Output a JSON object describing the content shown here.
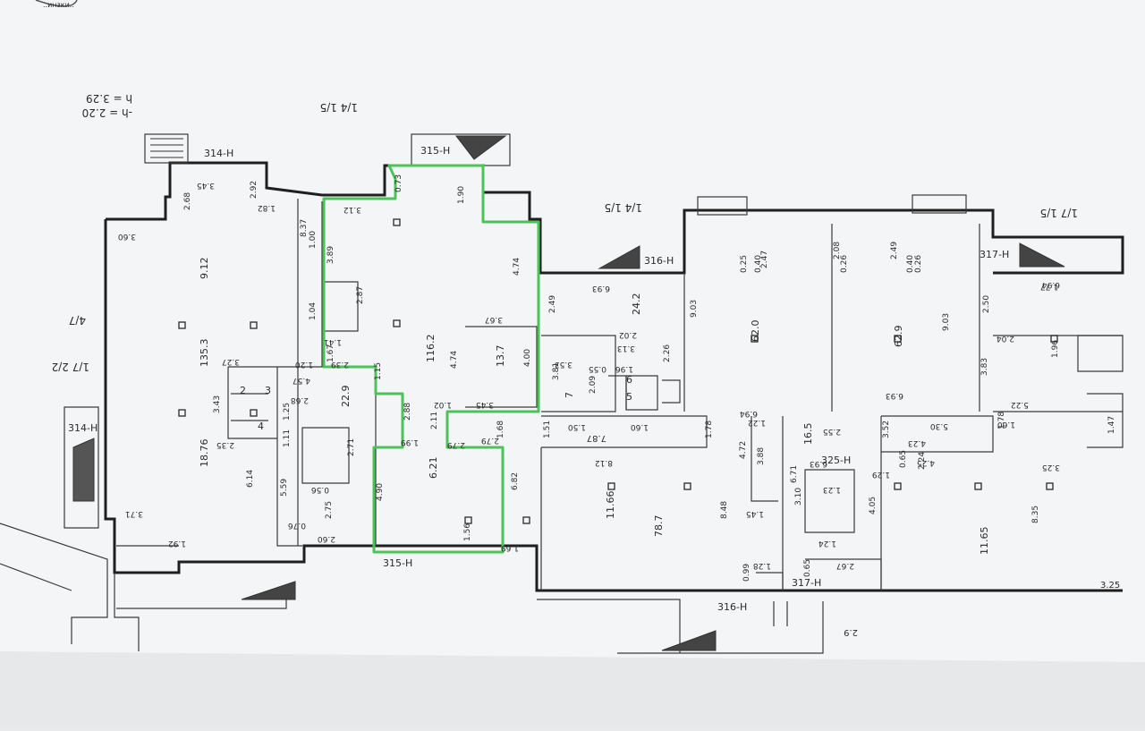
{
  "colors": {
    "paper": "#f3f4f5",
    "ink": "#1f1f1f",
    "highlight": "#4cc35a"
  },
  "header": {
    "line1": "-h = 2.20",
    "line2": "h = 3.29"
  },
  "stamp": {
    "text": "..инзки.."
  },
  "stair_labels": {
    "s314_top": "314-Н",
    "s315_top": "315-Н",
    "s316": "316-Н",
    "s317": "317-Н",
    "s314_left": "314-Н",
    "s315_bottom": "315-Н",
    "s325": "325-Н",
    "s317_bottom": "317-Н",
    "s316_bottom": "316-Н"
  },
  "section_marks": {
    "m1": "1/4 1/5",
    "m2": "1/4 1/5",
    "m3": "1/7 1/5",
    "m4": "1/7 2/2",
    "m5": "4/7"
  },
  "rooms": [
    {
      "id": "r912",
      "text": "9.12"
    },
    {
      "id": "r1353",
      "text": "135.3"
    },
    {
      "id": "r1876",
      "text": "18.76"
    },
    {
      "id": "r1162",
      "text": "116.2"
    },
    {
      "id": "r137",
      "text": "13.7"
    },
    {
      "id": "r621",
      "text": "6.21"
    },
    {
      "id": "r229",
      "text": "22.9"
    },
    {
      "id": "r242",
      "text": "24.2"
    },
    {
      "id": "r620",
      "text": "62.0"
    },
    {
      "id": "r629",
      "text": "62.9"
    },
    {
      "id": "r1166",
      "text": "11.66"
    },
    {
      "id": "r787",
      "text": "78.7"
    },
    {
      "id": "r1165",
      "text": "11.65"
    },
    {
      "id": "r165",
      "text": "16.5"
    },
    {
      "id": "r2a",
      "text": "2"
    },
    {
      "id": "r3a",
      "text": "3"
    },
    {
      "id": "r4a",
      "text": "4"
    },
    {
      "id": "r5a",
      "text": "5"
    },
    {
      "id": "r6a",
      "text": "6"
    },
    {
      "id": "r7a",
      "text": "7"
    }
  ],
  "dimensions": [
    "3.45",
    "2.92",
    "1.82",
    "2.68",
    "3.60",
    "3.12",
    "0.73",
    "1.90",
    "8.37",
    "1.00",
    "3.89",
    "1.04",
    "2.87",
    "1.41",
    "1.67",
    "1.20",
    "2.39",
    "4.57",
    "1.15",
    "2.68",
    "3.27",
    "3.43",
    "1.25",
    "2.35",
    "1.11",
    "5.59",
    "2.71",
    "0.56",
    "2.75",
    "0.76",
    "2.60",
    "1.92",
    "3.71",
    "6.14",
    "4.74",
    "3.67",
    "4.74",
    "4.00",
    "1.02",
    "3.45",
    "2.11",
    "2.79",
    "1.68",
    "2.79",
    "6.82",
    "1.99",
    "2.88",
    "4.90",
    "1.56",
    "1.69",
    "2.49",
    "2.02",
    "3.13",
    "2.26",
    "3.53",
    "1.96",
    "0.55",
    "2.09",
    "3.81",
    "1.50",
    "1.60",
    "1.51",
    "1.78",
    "8.12",
    "8.48",
    "6.93",
    "9.03",
    "2.47",
    "0.25",
    "0.40",
    "2.08",
    "0.26",
    "2.49",
    "0.40",
    "0.26",
    "9.03",
    "6.93",
    "2.50",
    "2.04",
    "3.83",
    "5.22",
    "6.94",
    "1.96",
    "1.22",
    "2.55",
    "1.60",
    "5.30",
    "4.23",
    "4.72",
    "3.88",
    "6.71",
    "3.10",
    "4.05",
    "1.23",
    "1.24",
    "2.67",
    "1.45",
    "1.28",
    "0.99",
    "1.29",
    "0.65",
    "4.25",
    "1.78",
    "8.35",
    "3.25",
    "1.47",
    "1.77",
    "6.94",
    "6.93",
    "3.52",
    "2.24",
    "0.65",
    "1.64"
  ],
  "notes": {
    "n1": "7.87",
    "n2": "3.25",
    "n3": "2.9"
  }
}
